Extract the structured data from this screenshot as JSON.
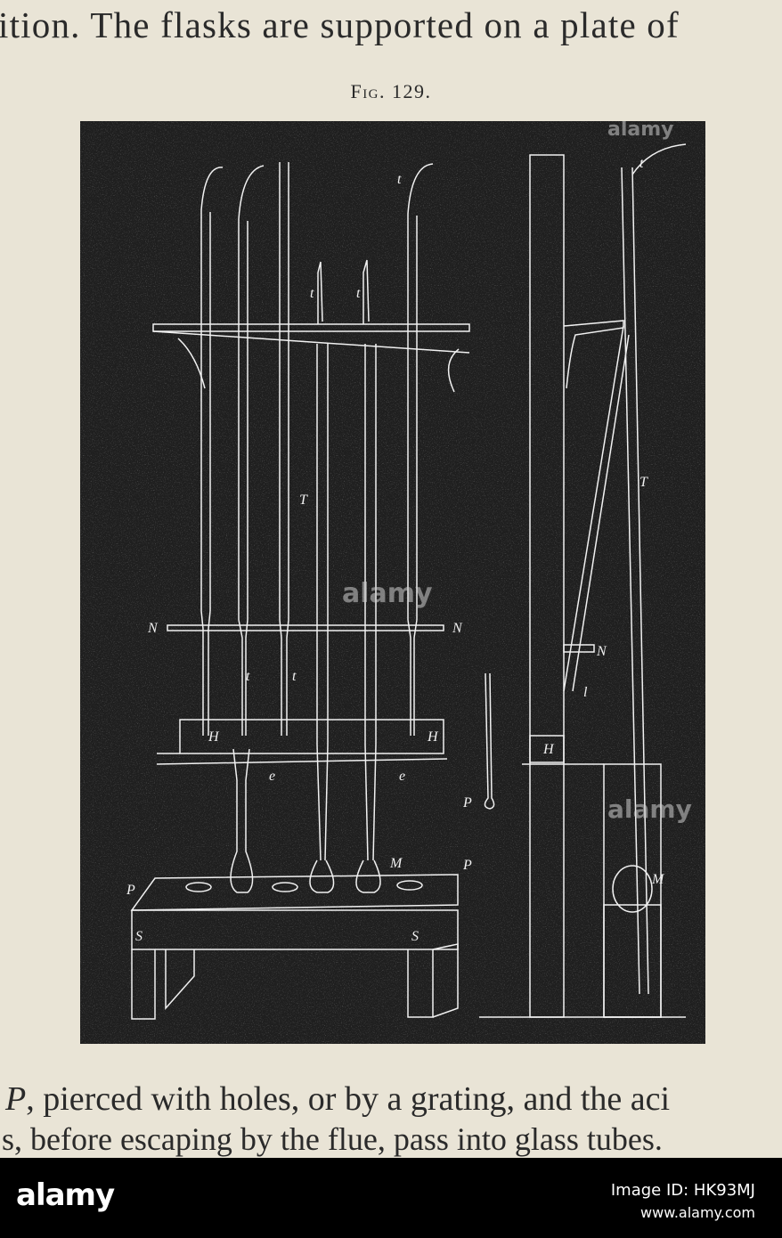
{
  "page": {
    "top_line": "ition.   The flasks are supported on a plate of",
    "figure_caption": "Fig. 129.",
    "bottom_line_1_italic": "P",
    "bottom_line_1_rest": ", pierced with holes, or by a grating, and the aci",
    "bottom_line_2": "s, before escaping by the flue, pass into glass tubes."
  },
  "figure": {
    "labels": {
      "t": "t",
      "T": "T",
      "N": "N",
      "H": "H",
      "e": "e",
      "M": "M",
      "P": "P",
      "S": "S",
      "l": "l"
    },
    "watermark": "alamy"
  },
  "banner": {
    "logo": "alamy",
    "image_id": "Image ID: HK93MJ",
    "url": "www.alamy.com"
  },
  "colors": {
    "paper": "#e9e4d6",
    "plate": "#1f1f1f",
    "ink_lines": "#f1f1f1",
    "text": "#2a2a2a",
    "banner": "#000000"
  }
}
